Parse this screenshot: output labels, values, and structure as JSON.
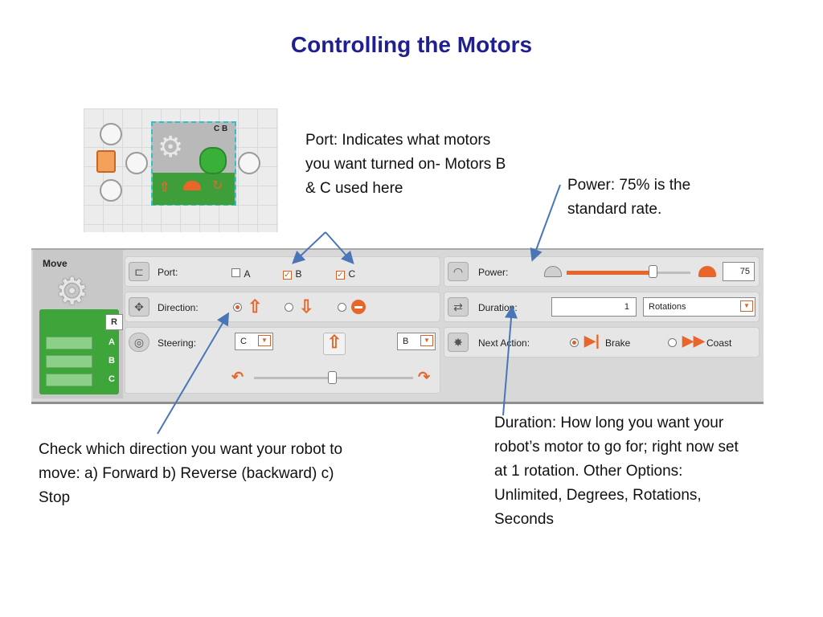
{
  "title": "Controlling the Motors",
  "notes": {
    "port": "Port: Indicates what motors you want turned on- Motors B & C used here",
    "power": "Power: 75% is the standard rate.",
    "direction": "Check which direction you want your robot to move: a) Forward b) Reverse (backward) c) Stop",
    "duration": "Duration: How long you want your robot’s motor to go for; right now set at 1 rotation. Other Options: Unlimited, Degrees, Rotations, Seconds"
  },
  "block": {
    "ports_label": "C B"
  },
  "panel": {
    "block_name": "Move",
    "ports_column": {
      "r_label": "R",
      "letters": [
        "A",
        "B",
        "C"
      ]
    },
    "port": {
      "label": "Port:",
      "options": [
        {
          "name": "A",
          "checked": false
        },
        {
          "name": "B",
          "checked": true
        },
        {
          "name": "C",
          "checked": true
        }
      ]
    },
    "direction": {
      "label": "Direction:",
      "selected": "forward",
      "options": [
        "forward",
        "reverse",
        "stop"
      ]
    },
    "steering": {
      "label": "Steering:",
      "left_motor": "C",
      "right_motor": "B"
    },
    "power": {
      "label": "Power:",
      "value": "75",
      "level": 0.75
    },
    "duration": {
      "label": "Duration:",
      "value": "1",
      "unit": "Rotations"
    },
    "next_action": {
      "label": "Next Action:",
      "brake": "Brake",
      "coast": "Coast",
      "selected": "Brake"
    }
  },
  "colors": {
    "accent": "#e8662a",
    "title": "#1f1f8f",
    "callout_line": "#4a76b8"
  }
}
